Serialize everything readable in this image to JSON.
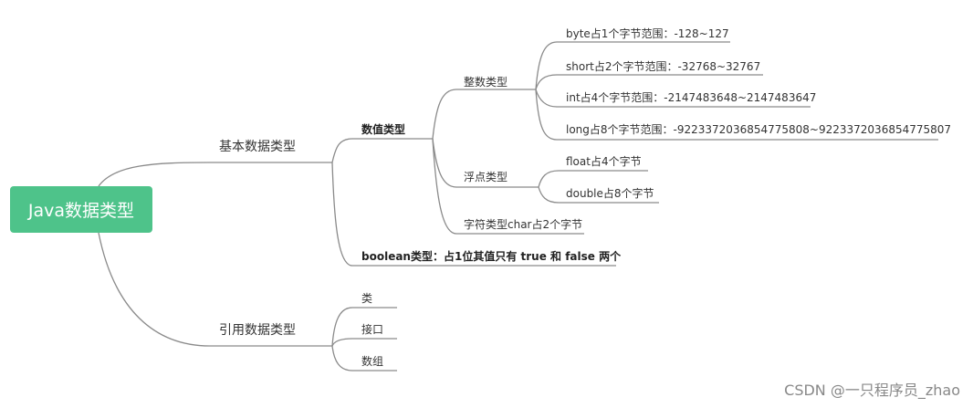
{
  "root": {
    "label": "Java数据类型"
  },
  "primitive": {
    "label": "基本数据类型",
    "numeric": {
      "label": "数值类型",
      "integer": {
        "label": "整数类型",
        "items": [
          "byte占1个字节范围：-128~127",
          "short占2个字节范围：-32768~32767",
          "int占4个字节范围：-2147483648~2147483647",
          "long占8个字节范围：-9223372036854775808~9223372036854775807"
        ]
      },
      "floating": {
        "label": "浮点类型",
        "items": [
          "float占4个字节",
          "double占8个字节"
        ]
      },
      "char_label": "字符类型char占2个字节"
    },
    "boolean_label": "boolean类型：占1位其值只有 true 和 false 两个"
  },
  "reference": {
    "label": "引用数据类型",
    "items": [
      "类",
      "接口",
      "数组"
    ]
  },
  "colors": {
    "root_fill": "#4ec38a",
    "line": "#8a8a8a"
  },
  "watermark": "CSDN @一只程序员_zhao"
}
